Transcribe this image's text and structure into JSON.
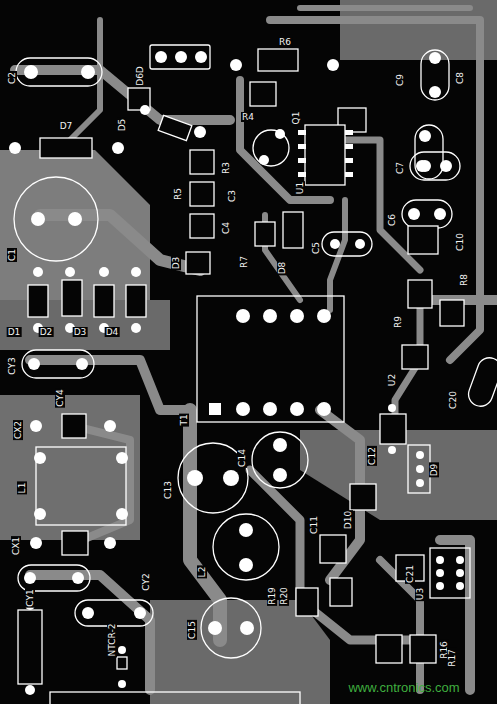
{
  "diagram": {
    "labels": [
      "C2",
      "D6D",
      "R6",
      "R4",
      "C9",
      "C8",
      "D7",
      "D5",
      "Q1",
      "U1",
      "C7",
      "R3",
      "R5",
      "C4",
      "C3",
      "D3",
      "R7",
      "D8",
      "C5",
      "C6",
      "C10",
      "R8",
      "R9",
      "U2",
      "C20",
      "C1",
      "D1",
      "D2",
      "D3",
      "D4",
      "CY3",
      "CY4",
      "CX2",
      "L1",
      "CX1",
      "CY1",
      "CY2",
      "T1",
      "C14",
      "C13",
      "C12",
      "D9",
      "C11",
      "D10",
      "L2",
      "R19",
      "R20",
      "C15",
      "R16",
      "R17",
      "NTCR-2",
      "C21",
      "U3",
      "www.cntronics.com"
    ]
  }
}
